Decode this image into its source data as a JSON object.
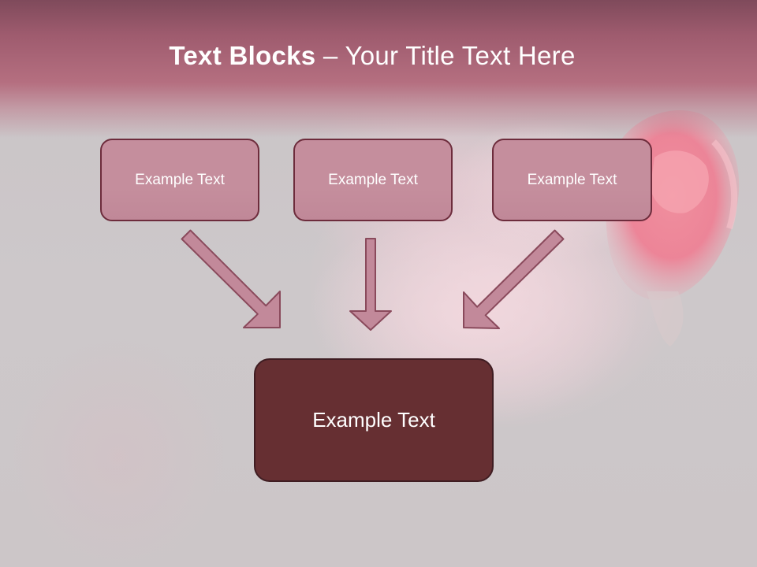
{
  "title": {
    "bold": "Text Blocks",
    "dash": " – ",
    "rest": "Your Title Text Here"
  },
  "blocks": {
    "left": "Example Text",
    "middle": "Example Text",
    "right": "Example Text",
    "center": "Example Text"
  },
  "colors": {
    "title_band": "#a25e71",
    "small_box_fill": "#c58e9d",
    "small_box_border": "#6d2c3c",
    "big_box_fill": "#662f32",
    "arrow_fill": "#c2899a",
    "arrow_stroke": "#8a4a5c",
    "rose": "#f08a99"
  }
}
